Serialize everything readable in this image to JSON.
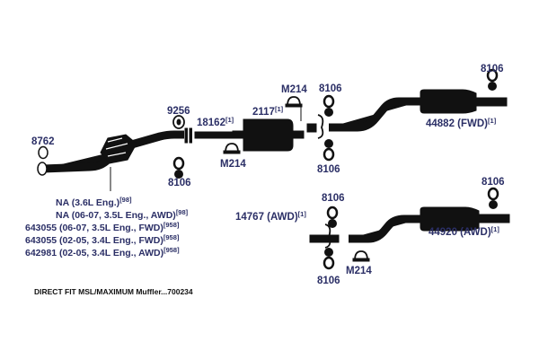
{
  "labels": {
    "p8762": "8762",
    "p9256": "9256",
    "p18162": "18162",
    "p18162_sup": "[1]",
    "p2117": "2117",
    "p2117_sup": "[1]",
    "m214_top": "M214",
    "m214_left": "M214",
    "m214_bottom": "M214",
    "h8106_a": "8106",
    "h8106_b": "8106",
    "h8106_c": "8106",
    "h8106_d": "8106",
    "h8106_e": "8106",
    "h8106_f": "8106",
    "h8106_g": "8106",
    "p44882": "44882 (FWD)",
    "p44882_sup": "[1]",
    "p44920": "44920 (AWD)",
    "p44920_sup": "[1]",
    "p14767": "14767 (AWD)",
    "p14767_sup": "[1]"
  },
  "applications": [
    {
      "text": "NA (3.6L Eng.)",
      "sup": "[98]"
    },
    {
      "text": "NA (06-07, 3.5L Eng., AWD)",
      "sup": "[98]"
    },
    {
      "text": "643055 (06-07, 3.5L Eng., FWD)",
      "sup": "[958]"
    },
    {
      "text": "643055 (02-05, 3.4L Eng., FWD)",
      "sup": "[958]"
    },
    {
      "text": "642981 (02-05, 3.4L Eng., AWD)",
      "sup": "[958]"
    }
  ],
  "footer": "DIRECT FIT MSL/MAXIMUM Muffler...700234",
  "colors": {
    "label": "#2b2f66",
    "part": "#111111"
  }
}
